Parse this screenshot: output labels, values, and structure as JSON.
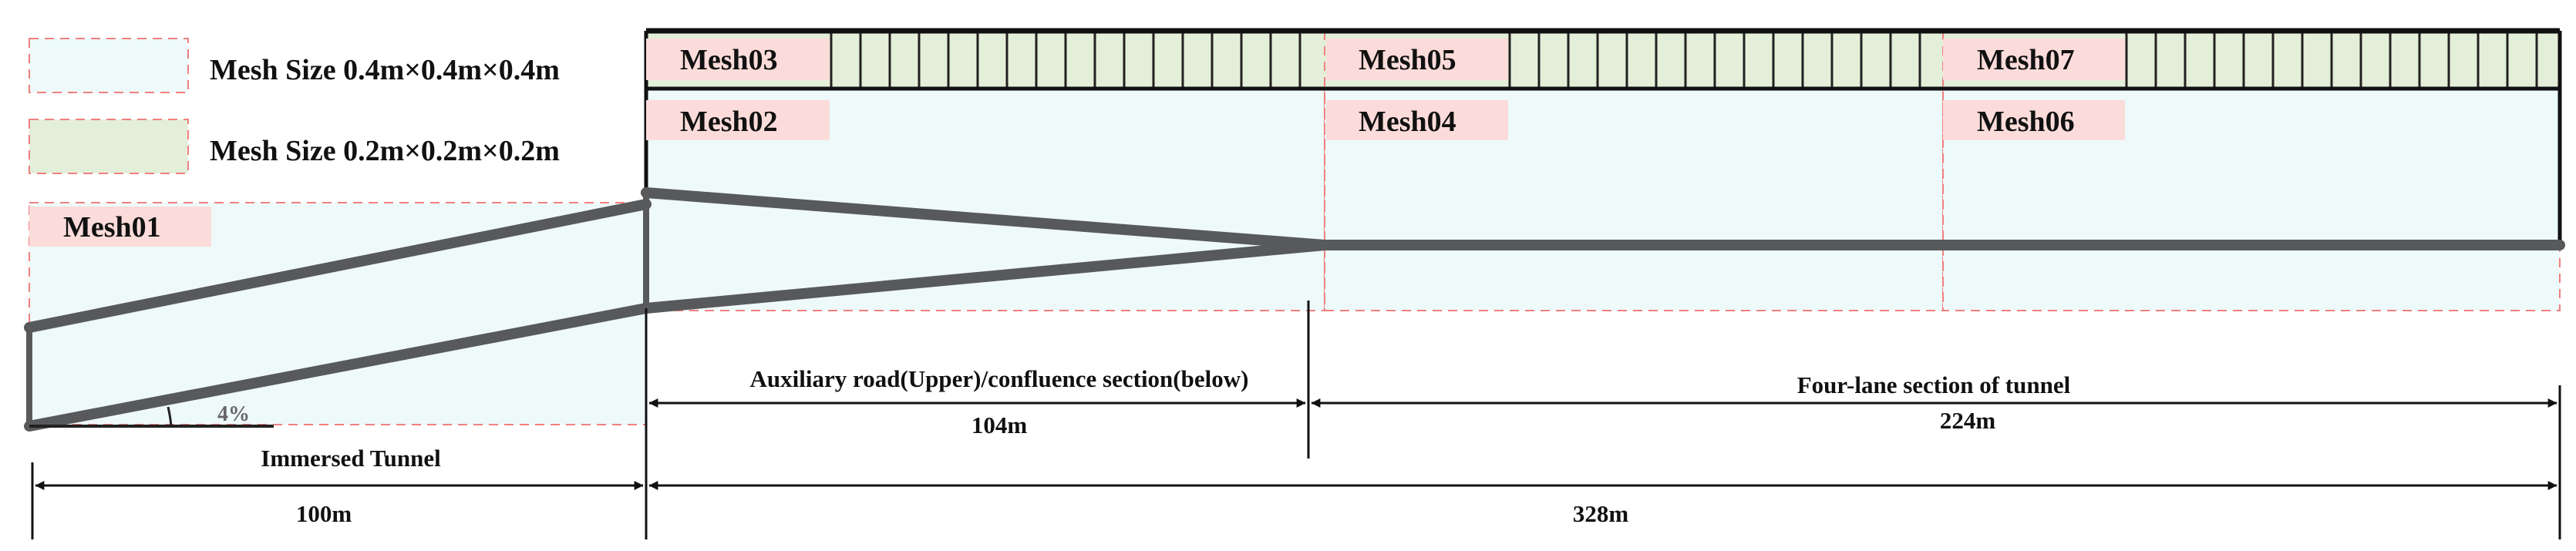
{
  "colors": {
    "coarse_fill": "#EEF9F9",
    "fine_fill": "#E4EFD9",
    "dash_red": "#F08080",
    "label_bg": "#FBDCDA",
    "tunnel_line": "#58595B",
    "dim_line": "#111111"
  },
  "legend": [
    {
      "label": "Mesh Size 0.4m×0.4m×0.4m",
      "fill": "#EEF9F9"
    },
    {
      "label": "Mesh Size 0.2m×0.2m×0.2m",
      "fill": "#E4EFD9"
    }
  ],
  "meshes": {
    "mesh01": "Mesh01",
    "mesh02": "Mesh02",
    "mesh03": "Mesh03",
    "mesh04": "Mesh04",
    "mesh05": "Mesh05",
    "mesh06": "Mesh06",
    "mesh07": "Mesh07"
  },
  "annotations": {
    "slope": "4%",
    "immersed_tunnel": "Immersed Tunnel",
    "immersed_length": "100m",
    "auxiliary_section": "Auxiliary road(Upper)/confluence section(below)",
    "auxiliary_length": "104m",
    "four_lane_section": "Four-lane section of tunnel",
    "four_lane_length": "224m",
    "total_length": "328m"
  }
}
